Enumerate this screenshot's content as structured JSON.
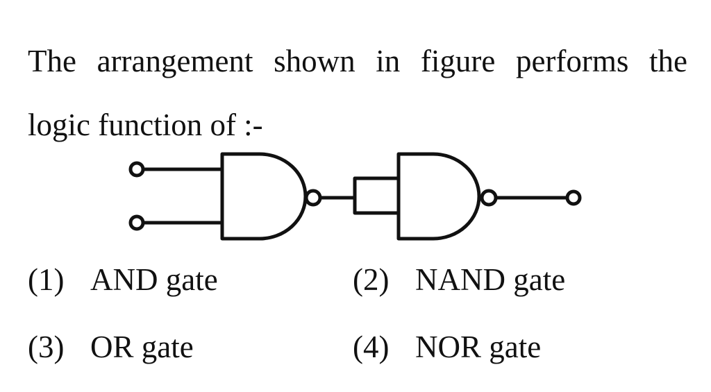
{
  "question": {
    "line1": "The arrangement shown in figure performs the",
    "line2": "logic function of :-"
  },
  "options": [
    {
      "number": "(1)",
      "label": "AND gate"
    },
    {
      "number": "(2)",
      "label": "NAND gate"
    },
    {
      "number": "(3)",
      "label": "OR gate"
    },
    {
      "number": "(4)",
      "label": "NOR gate"
    }
  ],
  "figure": {
    "components": [
      "input-terminal",
      "input-terminal",
      "nand-gate",
      "nand-gate",
      "output-terminal"
    ],
    "stroke_color": "#111111"
  }
}
